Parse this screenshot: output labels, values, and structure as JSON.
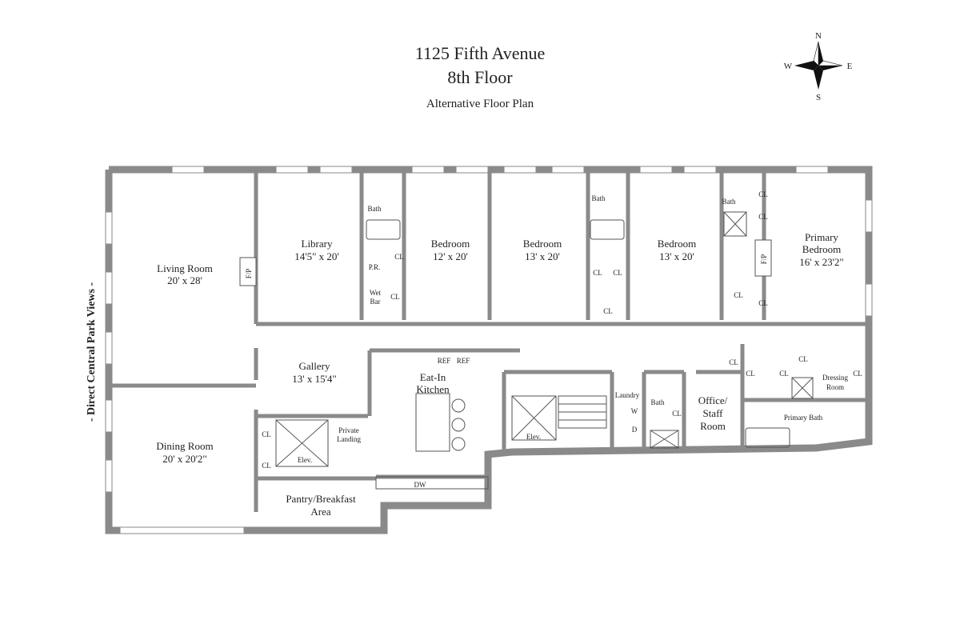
{
  "header": {
    "address": "1125 Fifth Avenue",
    "floor": "8th Floor",
    "subtitle": "Alternative Floor Plan"
  },
  "compass": {
    "n": "N",
    "s": "S",
    "e": "E",
    "w": "W"
  },
  "side_label": "- Direct Central Park Views -",
  "rooms": {
    "living": {
      "name": "Living Room",
      "dims": "20' x 28'"
    },
    "dining": {
      "name": "Dining Room",
      "dims": "20' x 20'2\""
    },
    "library": {
      "name": "Library",
      "dims": "14'5\" x 20'"
    },
    "bedroom1": {
      "name": "Bedroom",
      "dims": "12' x 20'"
    },
    "bedroom2": {
      "name": "Bedroom",
      "dims": "13' x 20'"
    },
    "bedroom3": {
      "name": "Bedroom",
      "dims": "13' x 20'"
    },
    "primary": {
      "name1": "Primary",
      "name2": "Bedroom",
      "dims": "16' x 23'2\""
    },
    "gallery": {
      "name": "Gallery",
      "dims": "13' x 15'4\""
    },
    "kitchen": {
      "name1": "Eat-In",
      "name2": "Kitchen"
    },
    "pantry": {
      "name1": "Pantry/Breakfast",
      "name2": "Area"
    },
    "office": {
      "name1": "Office/",
      "name2": "Staff",
      "name3": "Room"
    },
    "laundry": "Laundry",
    "dressing": {
      "name1": "Dressing",
      "name2": "Room"
    },
    "primary_bath": "Primary Bath",
    "private_landing": {
      "name1": "Private",
      "name2": "Landing"
    },
    "wet_bar": {
      "name1": "Wet",
      "name2": "Bar"
    }
  },
  "labels": {
    "bath": "Bath",
    "cl": "CL",
    "fp": "F/P",
    "pr": "P.R.",
    "elev": "Elev.",
    "ref": "REF",
    "dw": "DW",
    "w": "W",
    "d": "D"
  }
}
